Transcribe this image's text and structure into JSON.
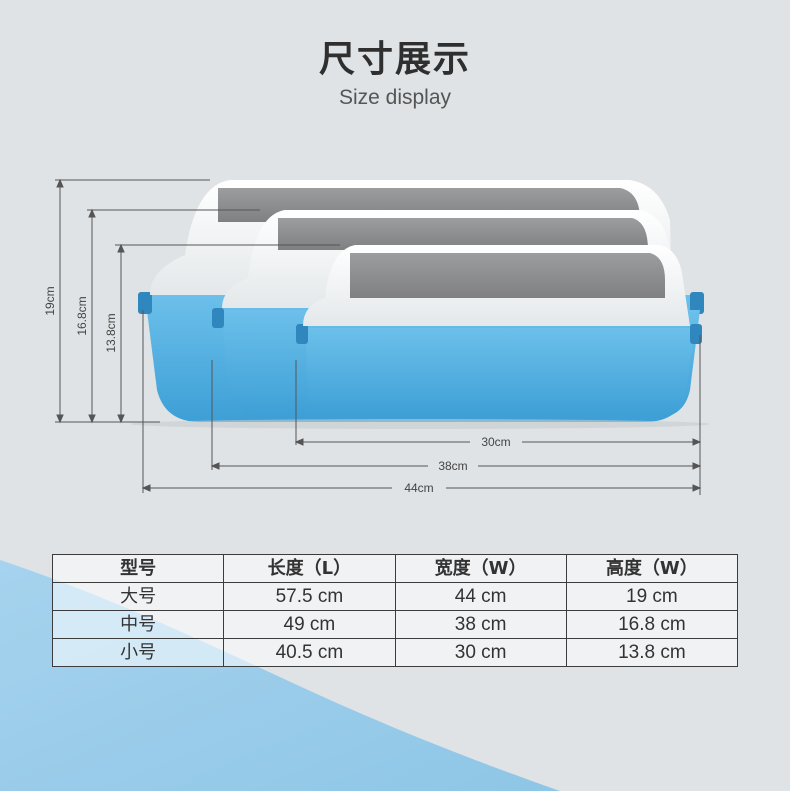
{
  "header": {
    "title": "尺寸展示",
    "subtitle": "Size display"
  },
  "dimensions": {
    "heights": [
      "19cm",
      "16.8cm",
      "13.8cm"
    ],
    "widths": [
      "30cm",
      "38cm",
      "44cm"
    ]
  },
  "table": {
    "headers": [
      "型号",
      "长度（L）",
      "宽度（W）",
      "高度（W）"
    ],
    "rows": [
      [
        "大号",
        "57.5 cm",
        "44 cm",
        "19 cm"
      ],
      [
        "中号",
        "49 cm",
        "38 cm",
        "16.8 cm"
      ],
      [
        "小号",
        "40.5 cm",
        "30 cm",
        "13.8 cm"
      ]
    ]
  },
  "colors": {
    "background": "#dfe3e5",
    "wave": "#8ec6e6",
    "tray_blue": "#5ab4e2",
    "lid_white": "#f7f8f8"
  }
}
